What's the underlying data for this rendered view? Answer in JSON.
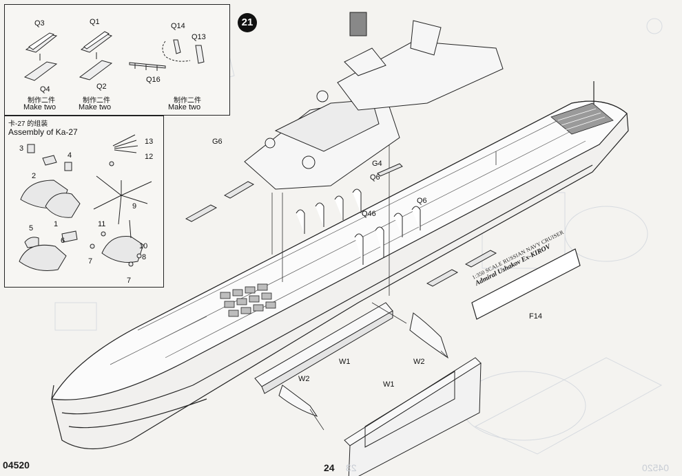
{
  "step_number": "21",
  "boats_box": {
    "labels": [
      "Q3",
      "Q1",
      "Q14",
      "Q13",
      "Q4",
      "Q2",
      "Q16"
    ],
    "make_two_cn": "制作二件",
    "make_two": "Make two"
  },
  "ka27_box": {
    "title_cn": "卡-27 的组装",
    "title": "Assembly of Ka-27",
    "part_numbers": [
      "3",
      "4",
      "2",
      "1",
      "5",
      "13",
      "12",
      "9",
      "11",
      "10",
      "6",
      "7",
      "8",
      "7"
    ]
  },
  "callouts": {
    "g6": "G6",
    "g4": "G4",
    "q6_left": "Q6",
    "q6_right": "Q6",
    "q46": "Q46",
    "f14": "F14",
    "w1_top": "W1",
    "w2_top": "W2",
    "w2_bottom": "W2",
    "w1_bottom": "W1"
  },
  "nameplate": {
    "line1": "1:350 SCALE RUSSIAN NAVY CRUISER",
    "line2": "Admiral Ushakov Ex-KIROV"
  },
  "footer": {
    "product_code": "04520",
    "page_number": "24",
    "mirror_code": "04520",
    "mirror_page": "23"
  }
}
